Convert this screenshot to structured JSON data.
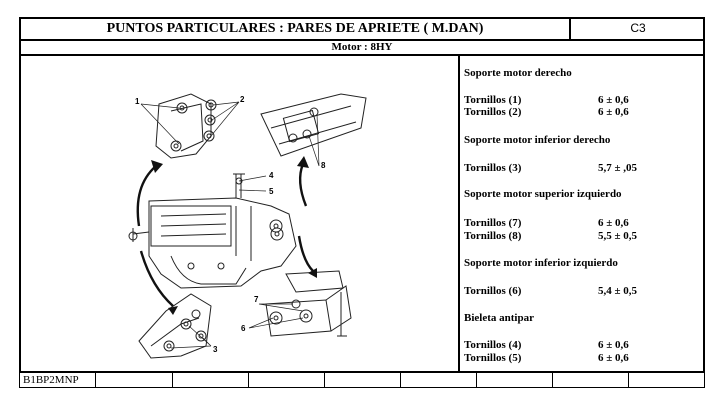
{
  "header": {
    "title": "PUNTOS PARTICULARES : PARES DE APRIETE ( M.DAN)",
    "code": "C3"
  },
  "subheader": "Motor : 8HY",
  "figure": {
    "callouts": [
      "1",
      "2",
      "3",
      "4",
      "5",
      "6",
      "7",
      "8"
    ]
  },
  "sections": [
    {
      "title": "Soporte motor derecho",
      "rows": [
        {
          "label": "Tornillos (1)",
          "value": "6 ± 0,6"
        },
        {
          "label": "Tornillos (2)",
          "value": "6 ± 0,6"
        }
      ]
    },
    {
      "title": "Soporte motor inferior derecho",
      "rows": [
        {
          "label": "Tornillos (3)",
          "value": "5,7 ± ,05"
        }
      ]
    },
    {
      "title": "Soporte motor superior izquierdo",
      "rows": [
        {
          "label": "Tornillos (7)",
          "value": "6 ± 0,6"
        },
        {
          "label": "Tornillos (8)",
          "value": "5,5 ± 0,5"
        }
      ]
    },
    {
      "title": "Soporte motor inferior izquierdo",
      "rows": [
        {
          "label": "Tornillos (6)",
          "value": "5,4 ± 0,5"
        }
      ]
    },
    {
      "title": "Bieleta antipar",
      "rows": [
        {
          "label": "Tornillos (4)",
          "value": "6 ± 0,6"
        },
        {
          "label": "Tornillos (5)",
          "value": "6 ± 0,6"
        }
      ]
    }
  ],
  "footer": {
    "ref": "B1BP2MNP"
  }
}
